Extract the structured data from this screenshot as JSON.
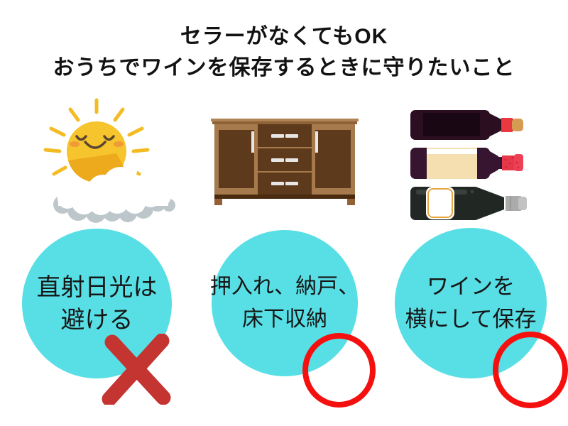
{
  "title": {
    "line1": "セラーがなくてもOK",
    "line2": "おうちでワインを保存するときに守りたいこと"
  },
  "items": [
    {
      "icon": "sun-behind-cloud-icon",
      "label_line1": "直射日光は",
      "label_line2": "避ける",
      "mark": "cross-mark"
    },
    {
      "icon": "cabinet-icon",
      "label_line1": "押入れ、納戸、",
      "label_line2": "床下収納",
      "mark": "circle-mark"
    },
    {
      "icon": "wine-bottles-horizontal-icon",
      "label_line1": "ワインを",
      "label_line2": "横にして保存",
      "mark": "circle-mark"
    }
  ],
  "colors": {
    "background": "#FFFFFF",
    "title_text": "#121212",
    "bubble_teal": "#58DFE5",
    "cross_red": "#C43431",
    "circle_red": "#F51010",
    "sun_yellow": "#F6C42C",
    "sun_shade": "#EDAA1C",
    "cloud_gray": "#BDC7CB",
    "cabinet_light_brown": "#A67A4C",
    "cabinet_dark_brown": "#5E3A1C",
    "bottle1_body": "#2B0F21",
    "bottle2_label": "#F5DFB1",
    "bottle3_body": "#212823"
  }
}
